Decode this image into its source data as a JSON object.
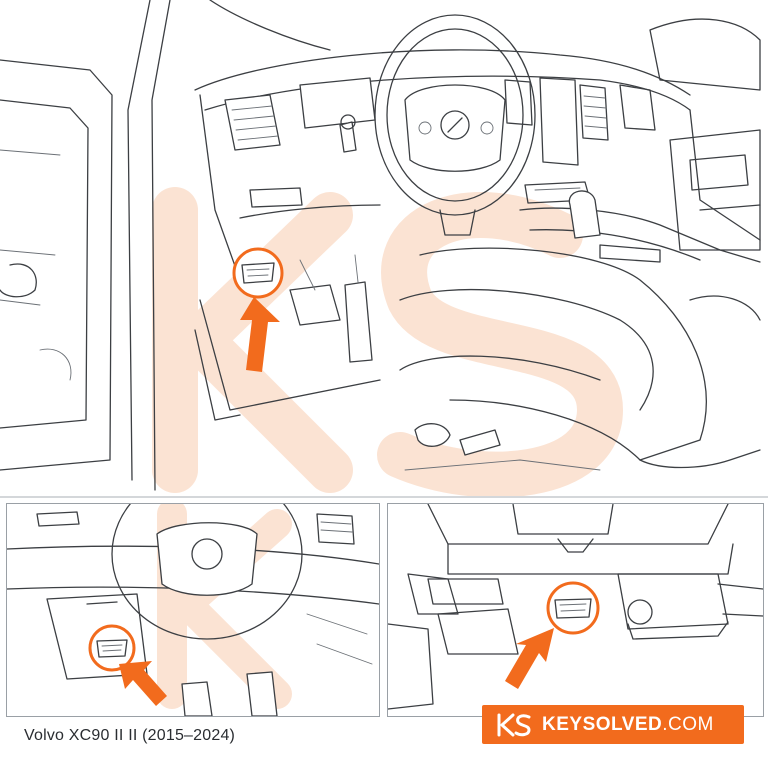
{
  "caption": {
    "vehicle": "Volvo XC90 II II (2015–2024)"
  },
  "brand": {
    "name_bold": "KEYSOLVED",
    "name_suffix": ".COM",
    "mark_icon": "keysolved-logo-icon"
  },
  "colors": {
    "accent": "#f26b1d",
    "line": "#3c3f43",
    "watermark": "#fbe3d3"
  },
  "callouts": [
    {
      "panel": "main",
      "target": "obd-port",
      "icon": "arrow-up-icon"
    },
    {
      "panel": "inset-left",
      "target": "obd-port",
      "icon": "arrow-up-left-icon"
    },
    {
      "panel": "inset-right",
      "target": "obd-port",
      "icon": "arrow-up-right-icon"
    }
  ]
}
